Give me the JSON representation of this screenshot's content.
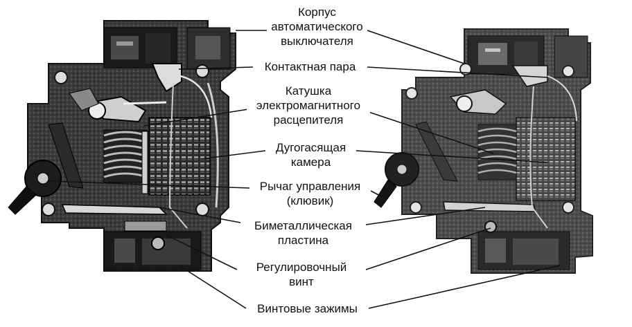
{
  "diagram": {
    "labels": [
      {
        "id": "housing",
        "lines": [
          "Корпус",
          "автоматического",
          "выключателя"
        ]
      },
      {
        "id": "contact-pair",
        "lines": [
          "Контактная пара"
        ]
      },
      {
        "id": "coil",
        "lines": [
          "Катушка",
          "электромагнитного",
          "расцепителя"
        ]
      },
      {
        "id": "arc-chamber",
        "lines": [
          "Дугогасящая",
          "камера"
        ]
      },
      {
        "id": "lever",
        "lines": [
          "Рычаг управления",
          "(клювик)"
        ]
      },
      {
        "id": "bimetal",
        "lines": [
          "Биметаллическая",
          "пластина"
        ]
      },
      {
        "id": "screw",
        "lines": [
          "Регулировочный",
          "винт"
        ]
      },
      {
        "id": "terminals",
        "lines": [
          "Винтовые зажимы"
        ]
      }
    ]
  },
  "colors": {
    "background": "#ffffff",
    "text": "#111111",
    "body": "#3a3a3a",
    "dark": "#151515",
    "light": "#8a8a8a"
  }
}
